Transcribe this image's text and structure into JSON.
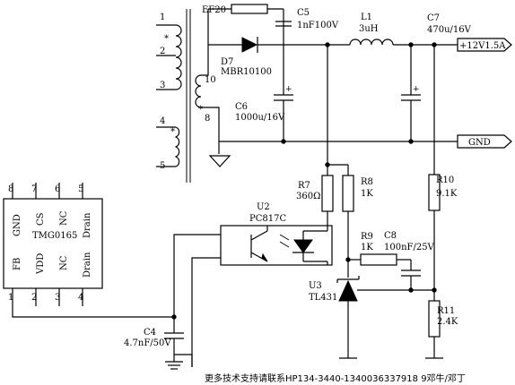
{
  "transformer": {
    "name": "EF20",
    "pins": [
      "1",
      "2",
      "3",
      "4",
      "5",
      "8",
      "10"
    ],
    "dot_mark": "*"
  },
  "components": {
    "C5": {
      "ref": "C5",
      "value": "1nF100V"
    },
    "D7": {
      "ref": "D7",
      "value": "MBR10100"
    },
    "C6": {
      "ref": "C6",
      "value": "1000u/16V"
    },
    "L1": {
      "ref": "L1",
      "value": "3uH"
    },
    "C7": {
      "ref": "C7",
      "value": "470u/16V"
    },
    "R7": {
      "ref": "R7",
      "value": "360Ω"
    },
    "R8": {
      "ref": "R8",
      "value": "1K"
    },
    "R9": {
      "ref": "R9",
      "value": "1K"
    },
    "C8": {
      "ref": "C8",
      "value": "100nF/25V"
    },
    "R10": {
      "ref": "R10",
      "value": "9.1K"
    },
    "R11": {
      "ref": "R11",
      "value": "2.4K"
    },
    "U2": {
      "ref": "U2",
      "value": "PC817C"
    },
    "U3": {
      "ref": "U3",
      "value": "TL431"
    },
    "C4": {
      "ref": "C4",
      "value": "4.7nF/50V"
    }
  },
  "ic": {
    "name": "TMG0165",
    "top_pins": [
      "8",
      "7",
      "6",
      "5"
    ],
    "top_labels": [
      "GND",
      "CS",
      "NC",
      "Drain"
    ],
    "bottom_pins": [
      "1",
      "2",
      "3",
      "4"
    ],
    "bottom_labels": [
      "FB",
      "VDD",
      "NC",
      "Drain"
    ]
  },
  "nets": {
    "output": "+12V1.5A",
    "ground": "GND"
  },
  "footer": "更多技术支持请联系HP134-3440-1340036337918 9邓牛/邓丁"
}
